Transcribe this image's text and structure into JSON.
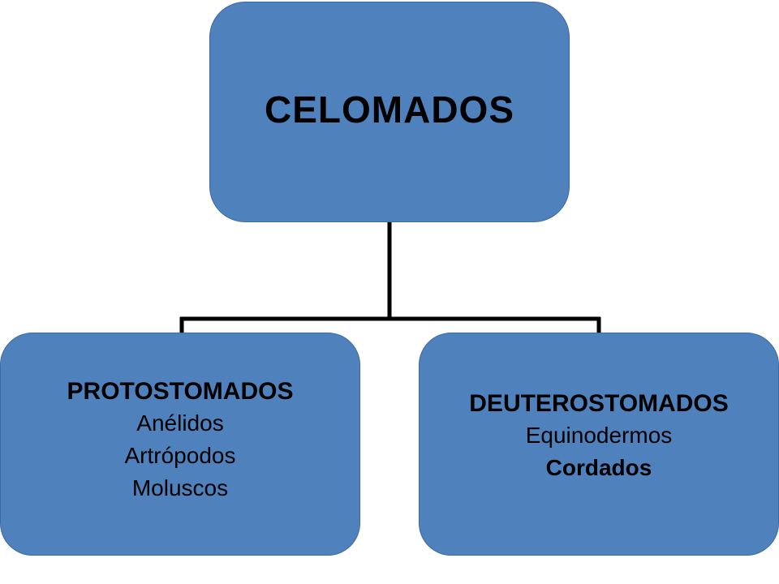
{
  "root": {
    "label": "CELOMADOS"
  },
  "children": [
    {
      "label": "PROTOSTOMADOS",
      "items": [
        {
          "text": "Anélidos",
          "bold": false
        },
        {
          "text": "Artrópodos",
          "bold": false
        },
        {
          "text": "Moluscos",
          "bold": false
        }
      ]
    },
    {
      "label": "DEUTEROSTOMADOS",
      "items": [
        {
          "text": "Equinodermos",
          "bold": false
        },
        {
          "text": "Cordados",
          "bold": true
        }
      ]
    }
  ],
  "colors": {
    "node_fill": "#4f81bd",
    "connector": "#000000",
    "background": "#ffffff"
  }
}
